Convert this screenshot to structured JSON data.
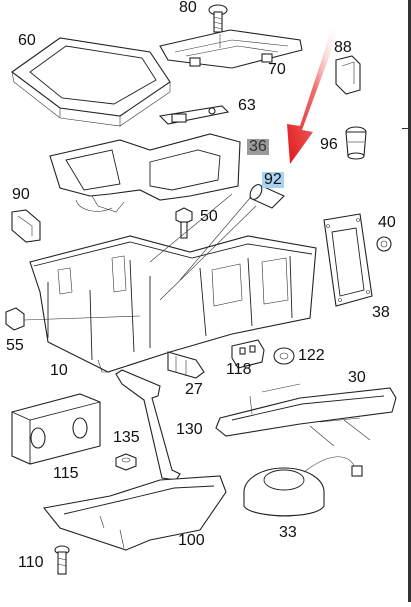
{
  "diagram": {
    "callouts": [
      {
        "id": "80",
        "text": "80"
      },
      {
        "id": "60",
        "text": "60"
      },
      {
        "id": "88",
        "text": "88"
      },
      {
        "id": "70",
        "text": "70"
      },
      {
        "id": "63",
        "text": "63"
      },
      {
        "id": "36",
        "text": "36"
      },
      {
        "id": "96",
        "text": "96"
      },
      {
        "id": "92",
        "text": "92"
      },
      {
        "id": "90",
        "text": "90"
      },
      {
        "id": "50",
        "text": "50"
      },
      {
        "id": "40",
        "text": "40"
      },
      {
        "id": "38",
        "text": "38"
      },
      {
        "id": "55",
        "text": "55"
      },
      {
        "id": "10",
        "text": "10"
      },
      {
        "id": "118",
        "text": "118"
      },
      {
        "id": "122",
        "text": "122"
      },
      {
        "id": "27",
        "text": "27"
      },
      {
        "id": "30",
        "text": "30"
      },
      {
        "id": "130",
        "text": "130"
      },
      {
        "id": "135",
        "text": "135"
      },
      {
        "id": "115",
        "text": "115"
      },
      {
        "id": "33",
        "text": "33"
      },
      {
        "id": "100",
        "text": "100"
      },
      {
        "id": "110",
        "text": "110"
      }
    ],
    "highlight_colors": {
      "gray": "#9a9a9a",
      "blue": "#a8d2f0",
      "arrow": "#e02020"
    }
  }
}
